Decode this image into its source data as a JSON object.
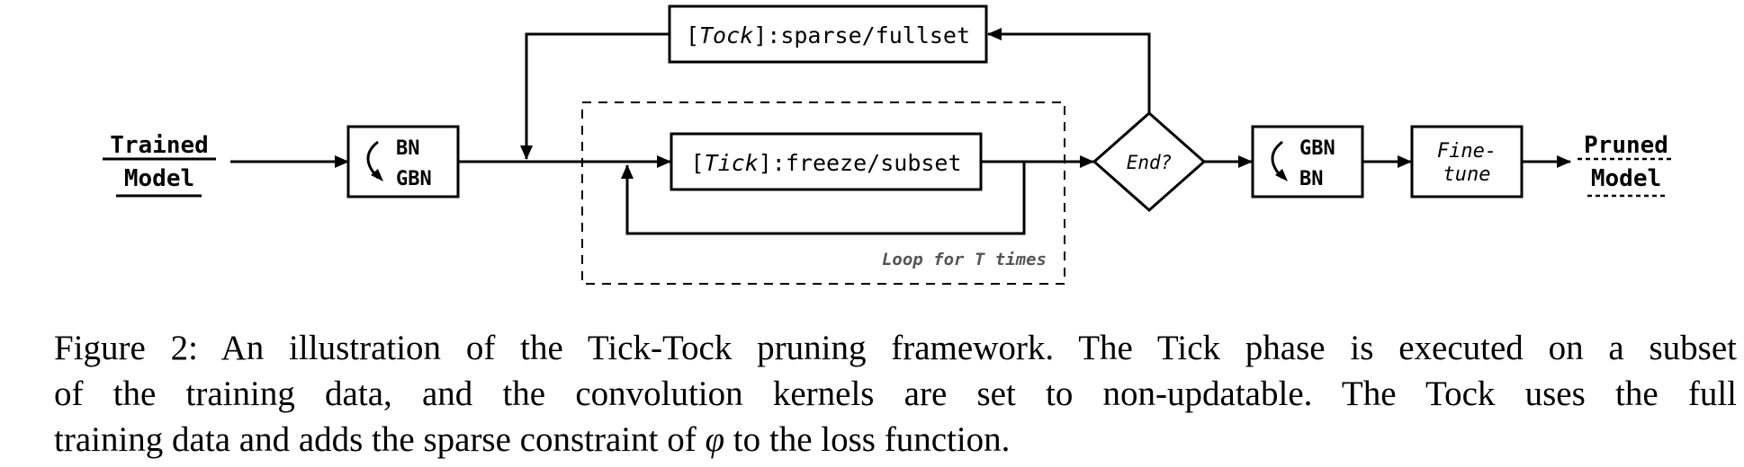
{
  "diagram": {
    "input": [
      "Trained",
      "Model"
    ],
    "bn_swap_in": {
      "top": "BN",
      "bottom": "GBN"
    },
    "tock": {
      "prefix": "[",
      "name": "Tock",
      "suffix": "]:sparse/fullset"
    },
    "tick": {
      "prefix": "[",
      "name": "Tick",
      "suffix": "]:freeze/subset"
    },
    "loop_label": "Loop for T times",
    "decision": "End?",
    "bn_swap_out": {
      "top": "GBN",
      "bottom": "BN"
    },
    "finetune": [
      "Fine-",
      "tune"
    ],
    "output": [
      "Pruned",
      "Model"
    ]
  },
  "caption": {
    "line1": "Figure 2: An illustration of the Tick-Tock pruning framework. The Tick phase is executed on a subset",
    "line2": "of the training data, and the convolution kernels are set to non-updatable. The Tock uses the full",
    "line3_before": "training data and adds the sparse constraint of ",
    "phi": "φ",
    "line3_after": " to the loss function."
  }
}
